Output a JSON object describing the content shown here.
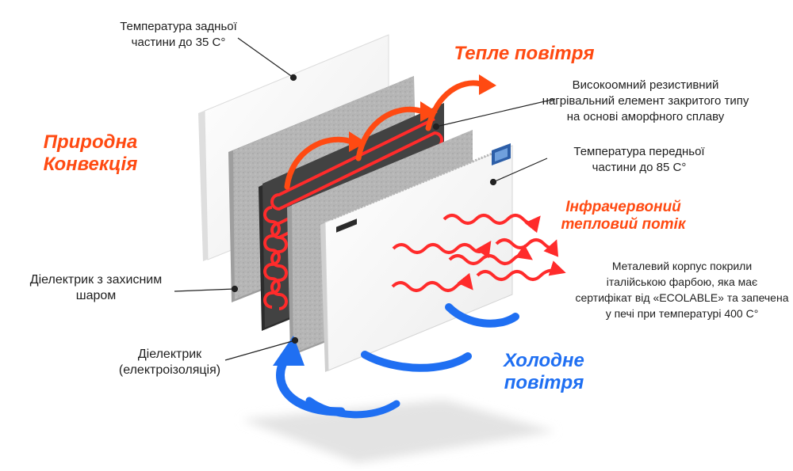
{
  "labels": {
    "back_temp": "Температура задньої\nчастини до 35 С°",
    "warm_air": "Тепле повітря",
    "heating_element": "Високоомний резистивний\nнагрівальний елемент закритого типу\nна основі аморфного сплаву",
    "front_temp": "Температура передньої\nчастини до 85 С°",
    "natural_convection": "Природна\nКонвекція",
    "infrared_flow": "Інфрачервоний\nтепловий потік",
    "dielectric_protective": "Діелектрик з захисним\nшаром",
    "metal_body": "Металевий корпус покрили\nіталійською фарбою, яка має\nсертифікат від «ECOLABLE» та запечена\nу печі при температурі 400 С°",
    "dielectric_insulation": "Діелектрик\n(електроізоляція)",
    "cold_air": "Холодне\nповітря"
  },
  "colors": {
    "accent_orange": "#ff4a12",
    "accent_blue": "#1f6ff2",
    "heating_coil": "#ff2b2b",
    "dark_plate": "#3f3f3f",
    "felt": "#b4b4b4",
    "panel_white": "#f4f4f4"
  }
}
